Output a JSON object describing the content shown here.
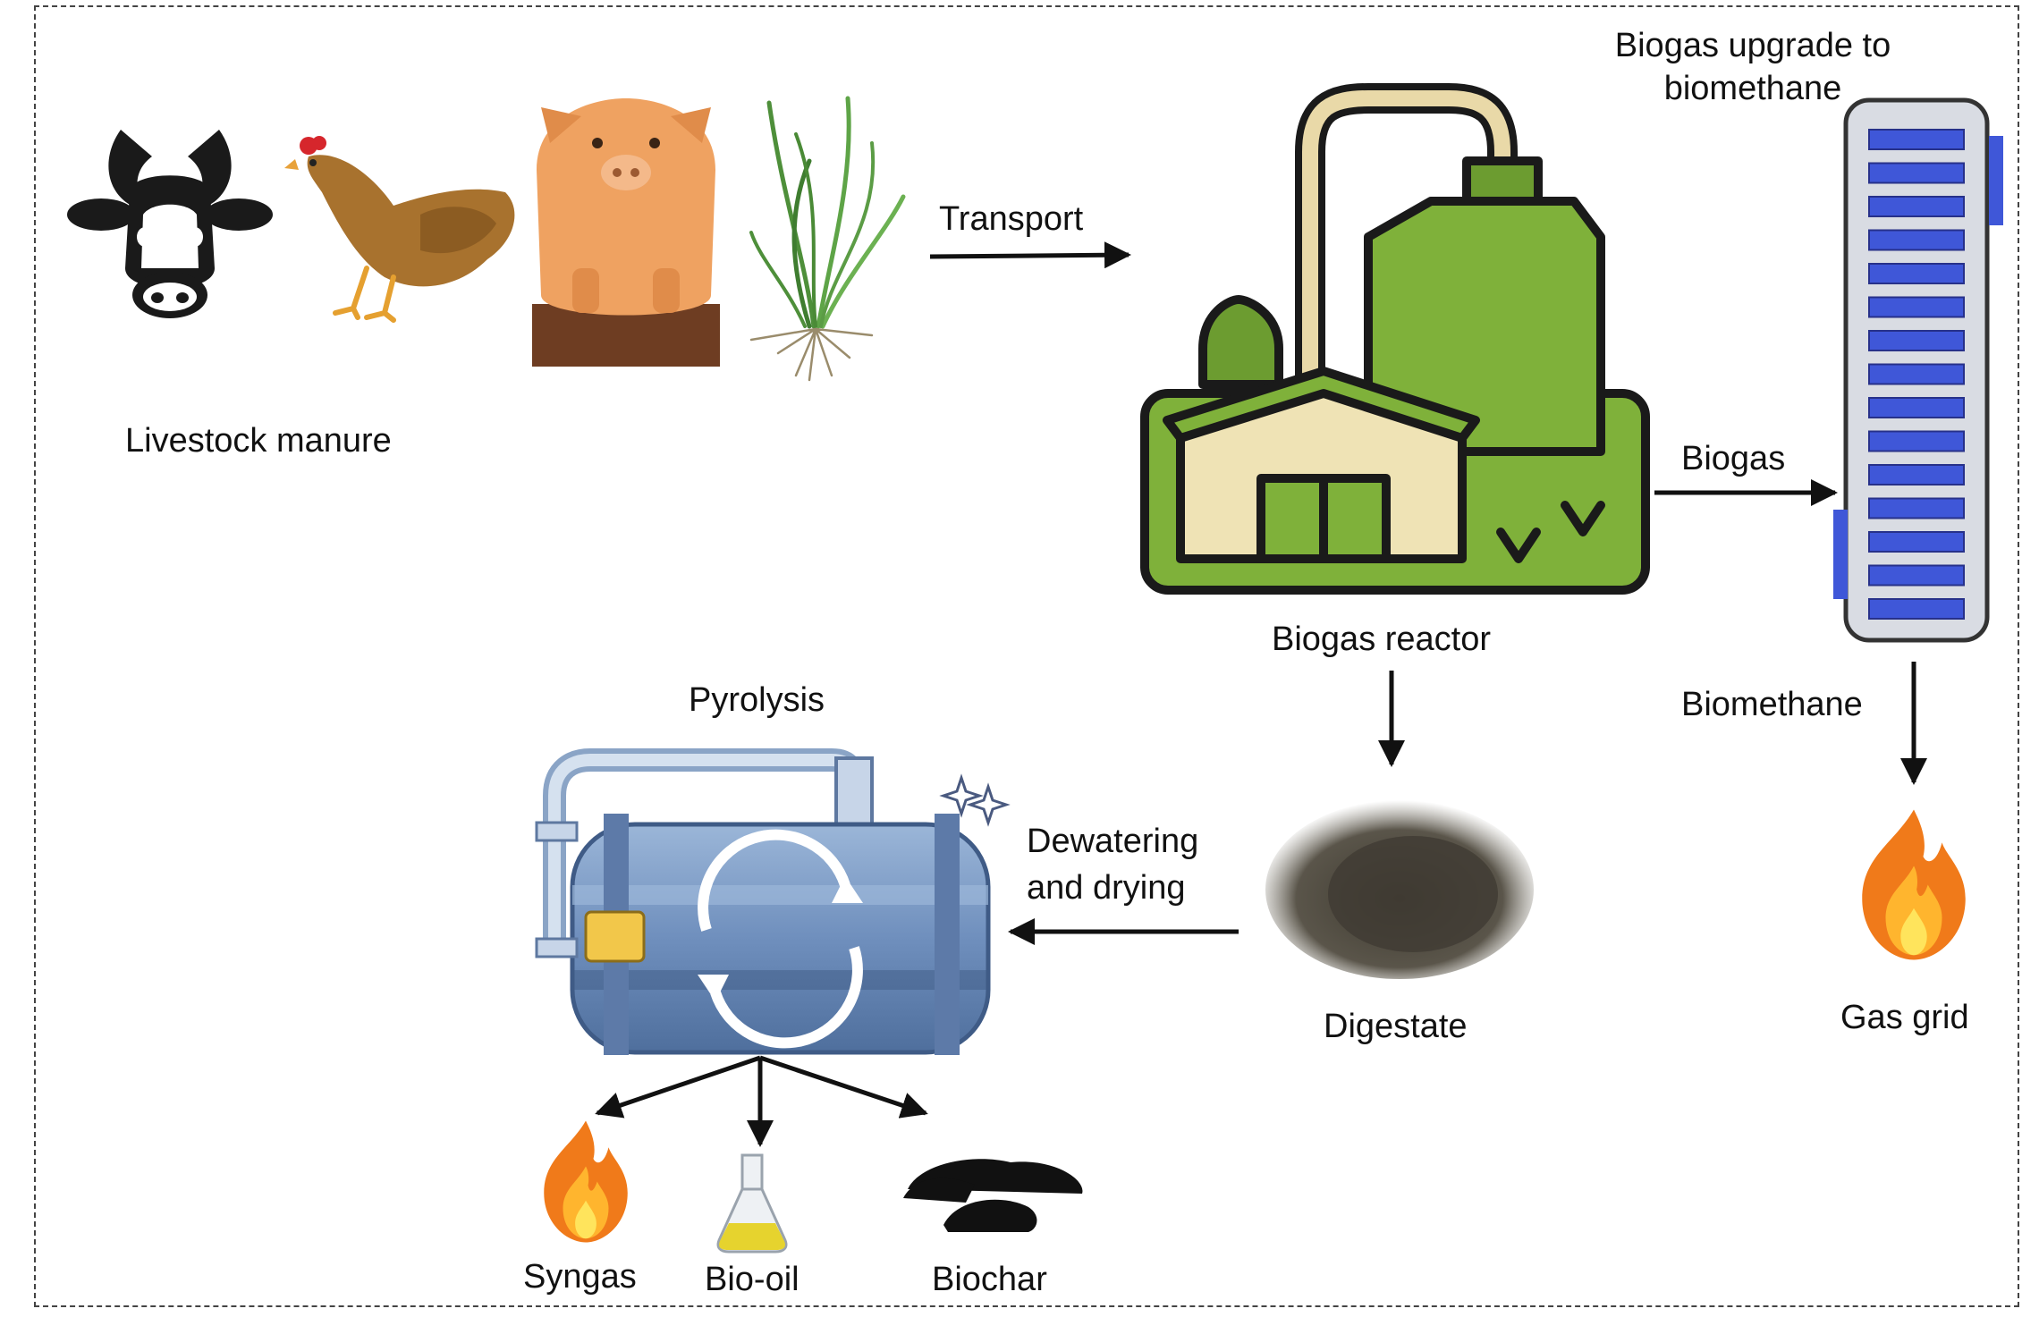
{
  "labels": {
    "livestock_manure": "Livestock manure",
    "transport": "Transport",
    "biogas_reactor": "Biogas reactor",
    "biogas_upgrade": "Biogas upgrade to biomethane",
    "biogas": "Biogas",
    "biomethane": "Biomethane",
    "gas_grid": "Gas grid",
    "digestate": "Digestate",
    "dewatering_line1": "Dewatering",
    "dewatering_line2": "and drying",
    "pyrolysis": "Pyrolysis",
    "syngas": "Syngas",
    "bio_oil": "Bio-oil",
    "biochar": "Biochar"
  },
  "colors": {
    "reactor_green": "#7fb13a",
    "reactor_dark_green": "#5b8f2a",
    "reactor_cream": "#efe3b5",
    "upgrader_blue": "#3f57d8",
    "upgrader_body": "#d9dce3",
    "pyrolysis_blue": "#7f9fc8",
    "flame_orange": "#f07a1a",
    "flame_yellow": "#ffd23a",
    "arrow": "#111111"
  }
}
